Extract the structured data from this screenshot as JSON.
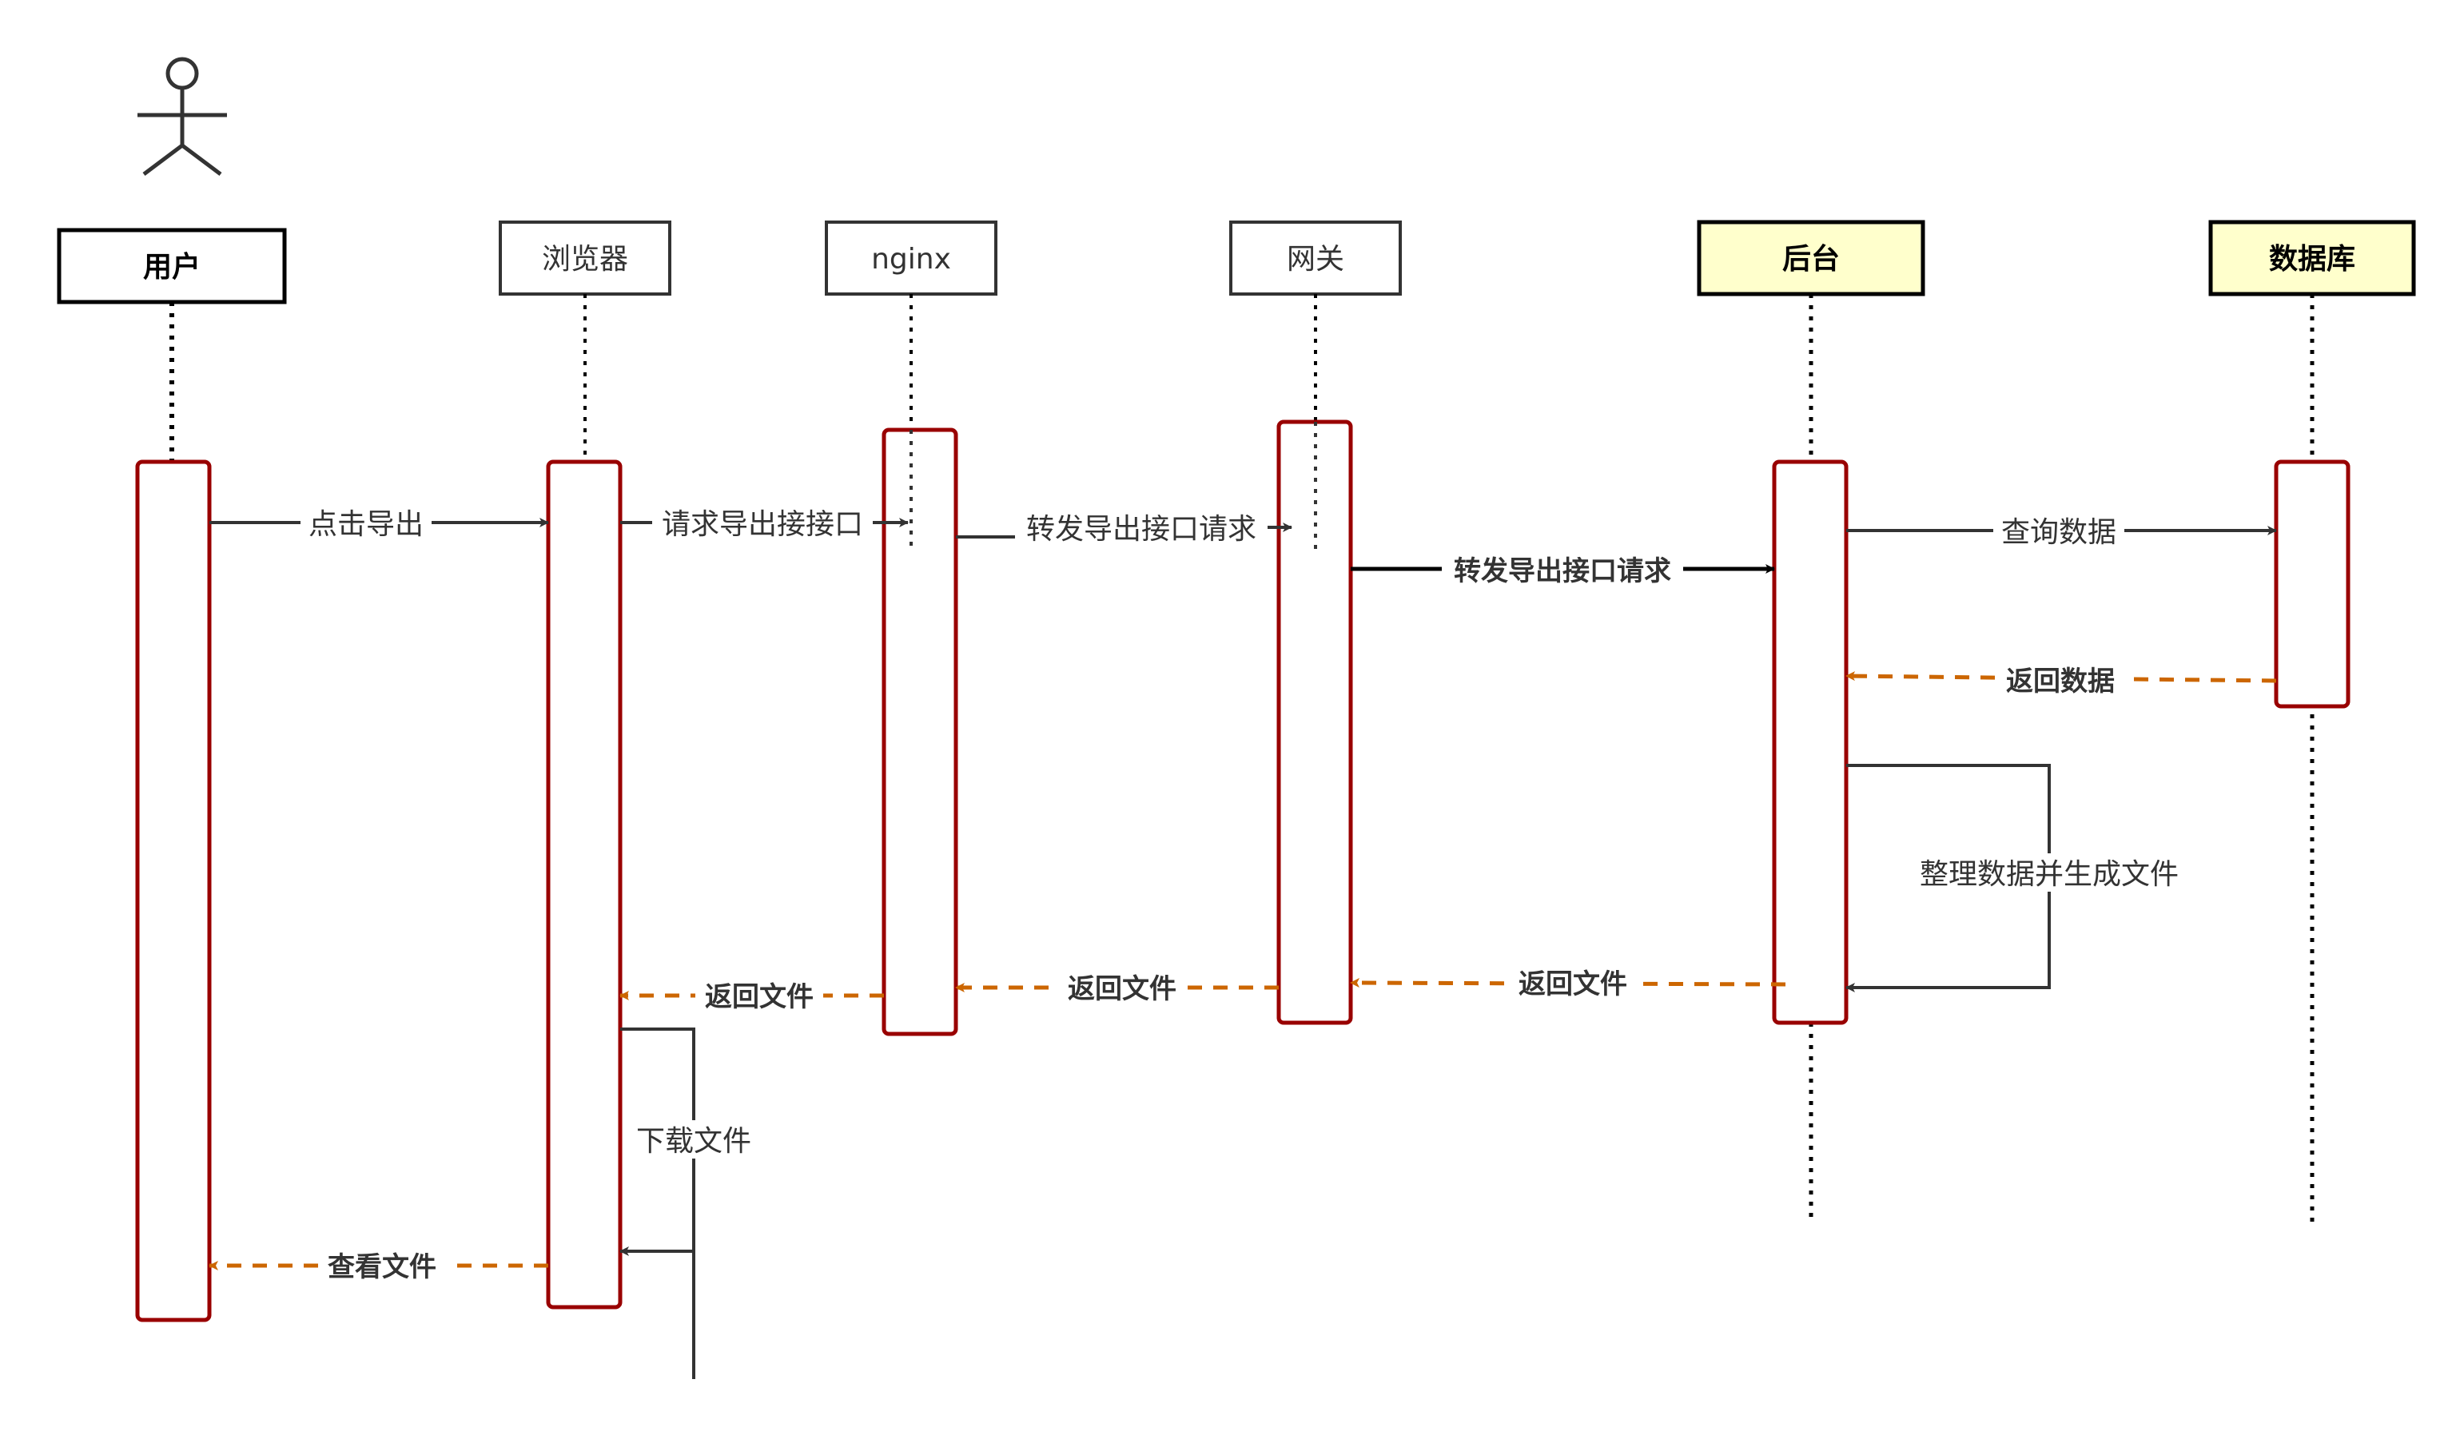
{
  "participants": [
    {
      "id": "user",
      "label": "用户",
      "bold": true,
      "highlight": false
    },
    {
      "id": "browser",
      "label": "浏览器",
      "bold": false,
      "highlight": false
    },
    {
      "id": "nginx",
      "label": "nginx",
      "bold": false,
      "highlight": false
    },
    {
      "id": "gateway",
      "label": "网关",
      "bold": false,
      "highlight": false
    },
    {
      "id": "backend",
      "label": "后台",
      "bold": true,
      "highlight": true
    },
    {
      "id": "database",
      "label": "数据库",
      "bold": true,
      "highlight": true
    }
  ],
  "messages": [
    {
      "id": "m1",
      "label": "点击导出",
      "type": "sync",
      "bold": false
    },
    {
      "id": "m2",
      "label": "请求导出接接口",
      "type": "sync",
      "bold": false
    },
    {
      "id": "m3",
      "label": "转发导出接口请求",
      "type": "sync",
      "bold": false
    },
    {
      "id": "m4",
      "label": "转发导出接口请求",
      "type": "sync",
      "bold": true
    },
    {
      "id": "m5",
      "label": "查询数据",
      "type": "sync",
      "bold": false
    },
    {
      "id": "m6",
      "label": "返回数据",
      "type": "return",
      "bold": true
    },
    {
      "id": "m7",
      "label": "整理数据并生成文件",
      "type": "self",
      "bold": false
    },
    {
      "id": "m8",
      "label": "返回文件",
      "type": "return",
      "bold": true
    },
    {
      "id": "m9",
      "label": "返回文件",
      "type": "return",
      "bold": true
    },
    {
      "id": "m10",
      "label": "返回文件",
      "type": "return",
      "bold": true
    },
    {
      "id": "m11",
      "label": "下载文件",
      "type": "self",
      "bold": false
    },
    {
      "id": "m12",
      "label": "查看文件",
      "type": "return",
      "bold": true
    }
  ],
  "colors": {
    "activation_border": "#990000",
    "return_arrow": "#cc6600",
    "highlight_fill": "#ffffcc",
    "line": "#333333"
  }
}
